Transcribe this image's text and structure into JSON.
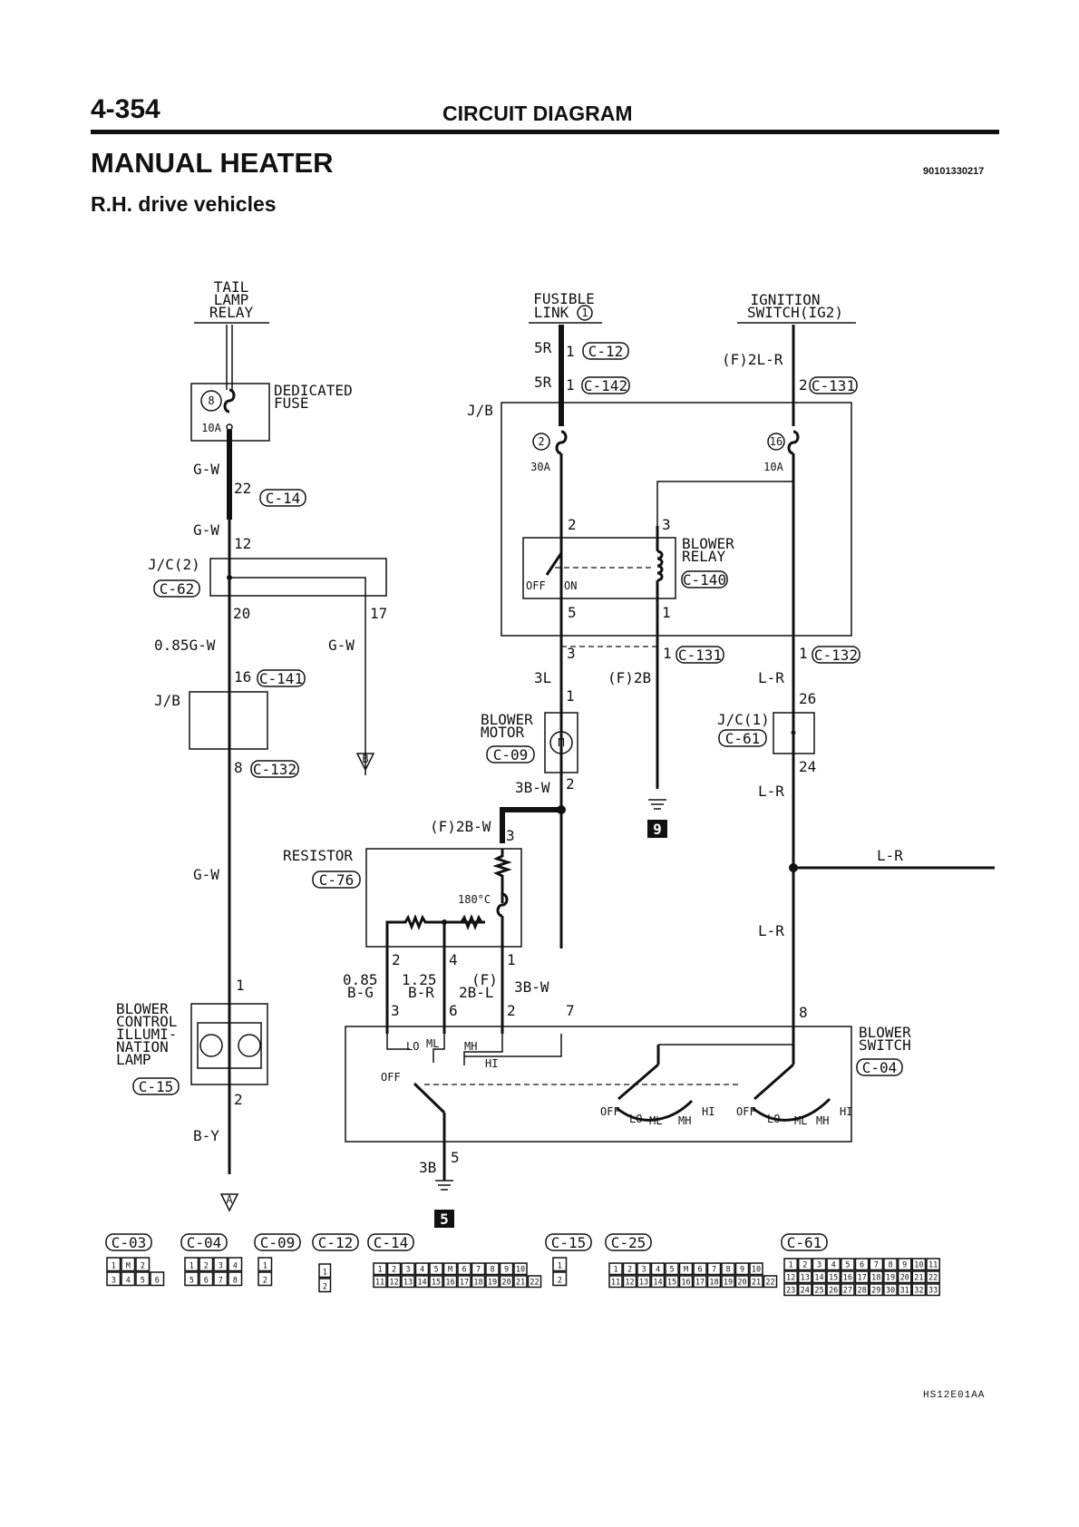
{
  "header": {
    "page_number": "4-354",
    "section": "CIRCUIT DIAGRAM",
    "title": "MANUAL HEATER",
    "subtitle": "R.H. drive vehicles",
    "doc_code": "90101330217",
    "figure_code": "HS12E01AA"
  },
  "sources": {
    "tail_lamp_relay": [
      "TAIL",
      "LAMP",
      "RELAY"
    ],
    "fusible_link": [
      "FUSIBLE",
      "LINK"
    ],
    "fusible_link_no": "1",
    "ignition_switch": [
      "IGNITION",
      "SWITCH(IG2)"
    ]
  },
  "components": {
    "dedicated_fuse": [
      "DEDICATED",
      "FUSE"
    ],
    "dedicated_fuse_no": "8",
    "dedicated_fuse_rating": "10A",
    "jb_label": "J/B",
    "fuse2_no": "2",
    "fuse2_rating": "30A",
    "fuse16_no": "16",
    "fuse16_rating": "10A",
    "blower_relay": [
      "BLOWER",
      "RELAY"
    ],
    "relay_off": "OFF",
    "relay_on": "ON",
    "jc2": "J/C(2)",
    "jc1": "J/C(1)",
    "blower_motor": [
      "BLOWER",
      "MOTOR"
    ],
    "resistor": "RESISTOR",
    "thermal": "180°C",
    "blower_illum": [
      "BLOWER",
      "CONTROL",
      "ILLUMI-",
      "NATION",
      "LAMP"
    ],
    "blower_switch": [
      "BLOWER",
      "SWITCH"
    ]
  },
  "connectors": {
    "c12": "C-12",
    "c142": "C-142",
    "c131": "C-131",
    "c14": "C-14",
    "c62": "C-62",
    "c140": "C-140",
    "c141": "C-141",
    "c132": "C-132",
    "c61": "C-61",
    "c09": "C-09",
    "c76": "C-76",
    "c15": "C-15",
    "c04": "C-04",
    "c03": "C-03",
    "c25": "C-25"
  },
  "wires": {
    "w5r": "5R",
    "f2lr": "(F)2L-R",
    "gw": "G-W",
    "g085w": "0.85G-W",
    "l3": "3L",
    "f2b": "(F)2B",
    "lr": "L-R",
    "b3w": "3B-W",
    "f2bw": "(F)2B-W",
    "b3": "3B",
    "by": "B-Y",
    "bg085a": "0.85",
    "bg085b": "B-G",
    "br125a": "1.25",
    "br125b": "B-R",
    "f2bla": "(F)",
    "f2blb": "2B-L"
  },
  "pins": {
    "p1": "1",
    "p2": "2",
    "p3": "3",
    "p4": "4",
    "p5": "5",
    "p6": "6",
    "p7": "7",
    "p8": "8",
    "p12": "12",
    "p16": "16",
    "p17": "17",
    "p20": "20",
    "p22": "22",
    "p24": "24",
    "p26": "26"
  },
  "switch_positions": {
    "lo": "LO",
    "ml": "ML",
    "mh": "MH",
    "hi": "HI",
    "off": "OFF"
  },
  "grounds": {
    "g5": "5",
    "g9": "9"
  },
  "offpage": {
    "a": "A",
    "b": "B"
  },
  "connector_faces": {
    "c03": [
      [
        "1",
        "M",
        "2"
      ],
      [
        "3",
        "4",
        "5",
        "6"
      ]
    ],
    "c04": [
      [
        "1",
        "2",
        "3",
        "4"
      ],
      [
        "5",
        "6",
        "7",
        "8"
      ]
    ],
    "c09": [
      [
        "1"
      ],
      [
        "2"
      ]
    ],
    "c12": [
      [
        "1"
      ],
      [
        "2"
      ]
    ],
    "c14": [
      [
        "1",
        "2",
        "3",
        "4",
        "5",
        "M",
        "6",
        "7",
        "8",
        "9",
        "10"
      ],
      [
        "11",
        "12",
        "13",
        "14",
        "15",
        "16",
        "17",
        "18",
        "19",
        "20",
        "21",
        "22"
      ]
    ],
    "c15": [
      [
        "1"
      ],
      [
        "2"
      ]
    ],
    "c25": [
      [
        "1",
        "2",
        "3",
        "4",
        "5",
        "M",
        "6",
        "7",
        "8",
        "9",
        "10"
      ],
      [
        "11",
        "12",
        "13",
        "14",
        "15",
        "16",
        "17",
        "18",
        "19",
        "20",
        "21",
        "22"
      ]
    ],
    "c61": [
      [
        "1",
        "2",
        "3",
        "4",
        "5",
        "6",
        "7",
        "8",
        "9",
        "10",
        "11"
      ],
      [
        "12",
        "13",
        "14",
        "15",
        "16",
        "17",
        "18",
        "19",
        "20",
        "21",
        "22"
      ],
      [
        "23",
        "24",
        "25",
        "26",
        "27",
        "28",
        "29",
        "30",
        "31",
        "32",
        "33"
      ]
    ]
  }
}
